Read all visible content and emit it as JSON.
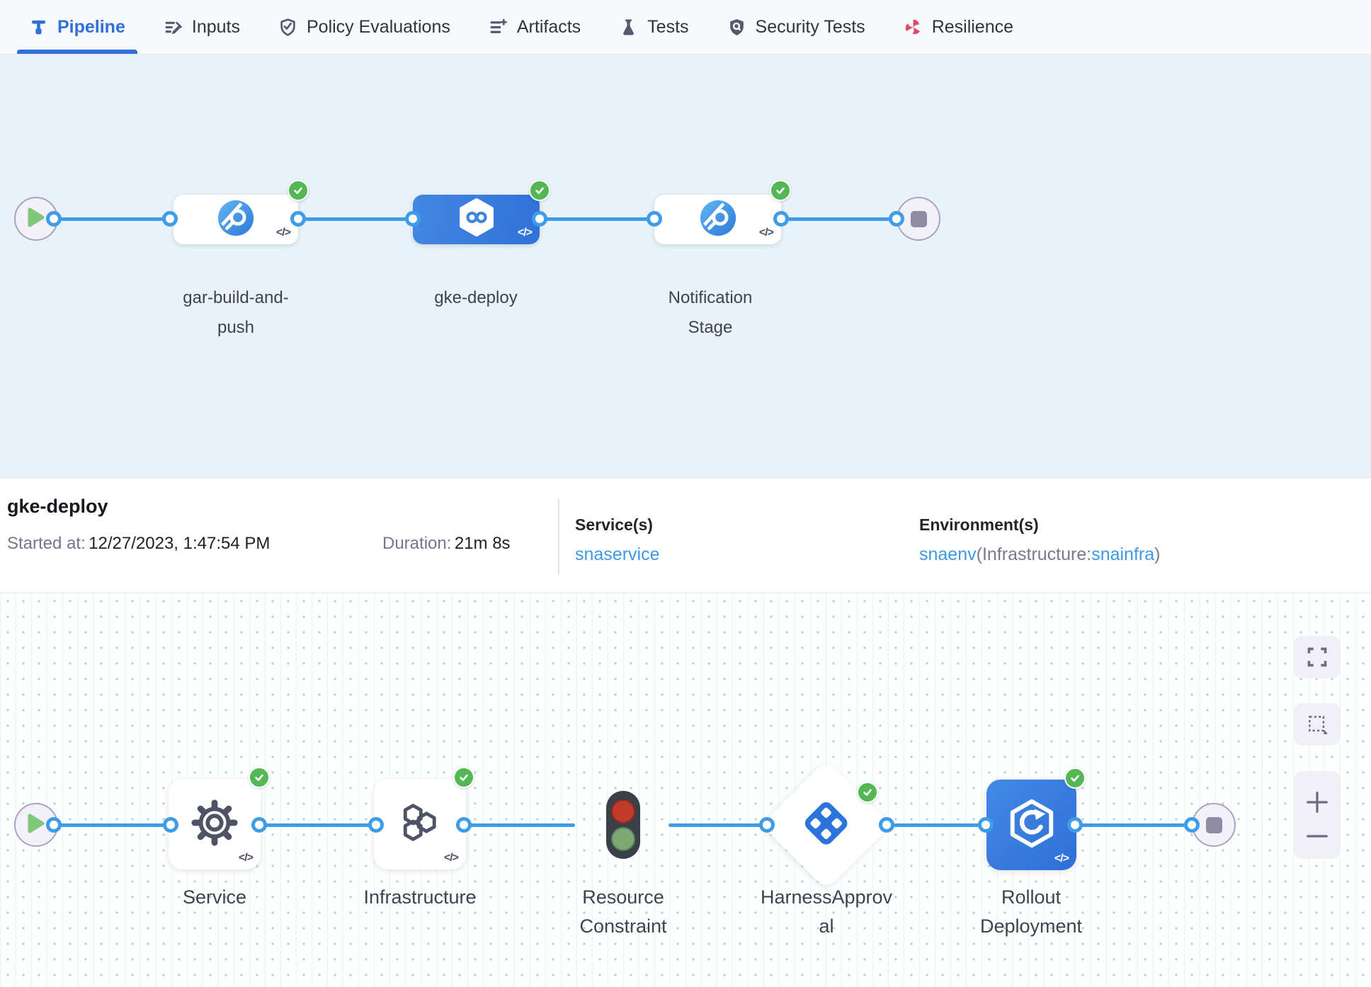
{
  "tab_bar": {
    "tabs": [
      {
        "label": "Pipeline"
      },
      {
        "label": "Inputs"
      },
      {
        "label": "Policy Evaluations"
      },
      {
        "label": "Artifacts"
      },
      {
        "label": "Tests"
      },
      {
        "label": "Security Tests"
      },
      {
        "label": "Resilience"
      }
    ],
    "active_tab": "Pipeline"
  },
  "stage_pipeline": {
    "stages": [
      {
        "name": "gar-build-and-push",
        "status": "success",
        "selected": false
      },
      {
        "name": "gke-deploy",
        "status": "success",
        "selected": true
      },
      {
        "name": "Notification Stage",
        "status": "success",
        "selected": false
      }
    ],
    "code_glyph": "</>"
  },
  "stage_details": {
    "title": "gke-deploy",
    "started_label": "Started at:",
    "started_value": "12/27/2023, 1:47:54 PM",
    "duration_label": "Duration:",
    "duration_value": "21m 8s",
    "services_label": "Service(s)",
    "service_name": "snaservice",
    "environments_label": "Environment(s)",
    "environment_name": "snaenv",
    "infrastructure_prefix": "(Infrastructure:",
    "infrastructure_name": "snainfra",
    "infrastructure_suffix": ")"
  },
  "execution_graph": {
    "steps": [
      {
        "name": "Service",
        "status": "success"
      },
      {
        "name": "Infrastructure",
        "status": "success"
      },
      {
        "name": "Resource Constraint",
        "status": "none"
      },
      {
        "name": "HarnessApproval",
        "status": "success"
      },
      {
        "name": "Rollout Deployment",
        "status": "success"
      }
    ],
    "code_glyph": "</>"
  },
  "colors": {
    "accent_blue": "#2E6FD9",
    "connector_blue": "#3E9CE9",
    "success_green": "#53B755",
    "selected_stage_blue": "#3C80DF",
    "link_blue": "#3F97E8",
    "resilience_pink": "#E2486E"
  }
}
